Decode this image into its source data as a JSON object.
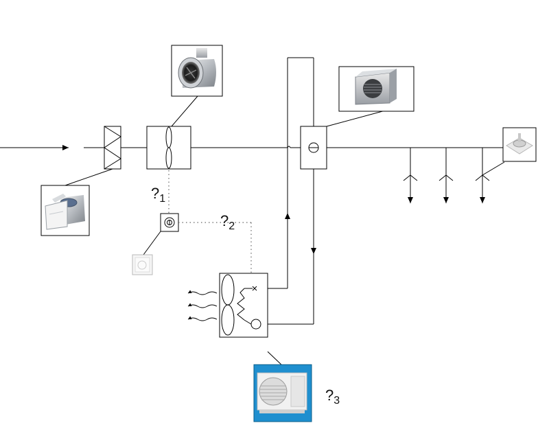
{
  "labels": {
    "q1": {
      "symbol": "?",
      "sub": "1"
    },
    "q2": {
      "symbol": "?",
      "sub": "2"
    },
    "q3": {
      "symbol": "?",
      "sub": "3"
    }
  },
  "icons": [
    "duct-fan-photo",
    "filter-photo",
    "heating-coil-photo",
    "diffuser-photo",
    "controller-photo",
    "outdoor-unit-photo",
    "filter-symbol",
    "fan-symbol",
    "coil-symbol",
    "thermostat-symbol",
    "outdoor-unit-symbol"
  ],
  "colors": {
    "line": "#000000",
    "outdoor_unit_background": "#1f8fcf"
  }
}
